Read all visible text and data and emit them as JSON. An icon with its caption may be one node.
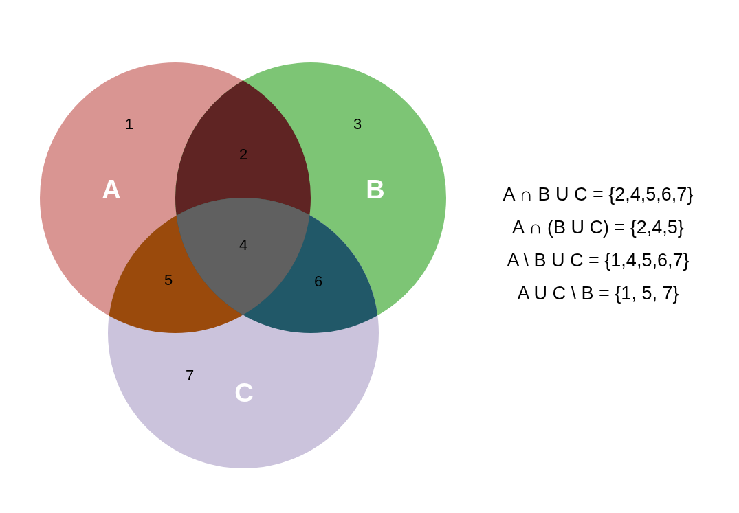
{
  "diagram": {
    "nodes": [
      {
        "text": [
          "A"
        ]
      },
      {
        "text": [
          "B"
        ]
      },
      {
        "text": [
          "C"
        ]
      }
    ],
    "labels": [
      "1",
      "3",
      "2",
      "4",
      "5",
      "6",
      "7",
      "A ∩ B U C = {2,4,5,6,7}",
      "A ∩ (B U C) = {2,4,5}",
      "A \\ B U C = {1,4,5,6,7}",
      "A U C \\ B = {1, 5, 7}"
    ]
  }
}
